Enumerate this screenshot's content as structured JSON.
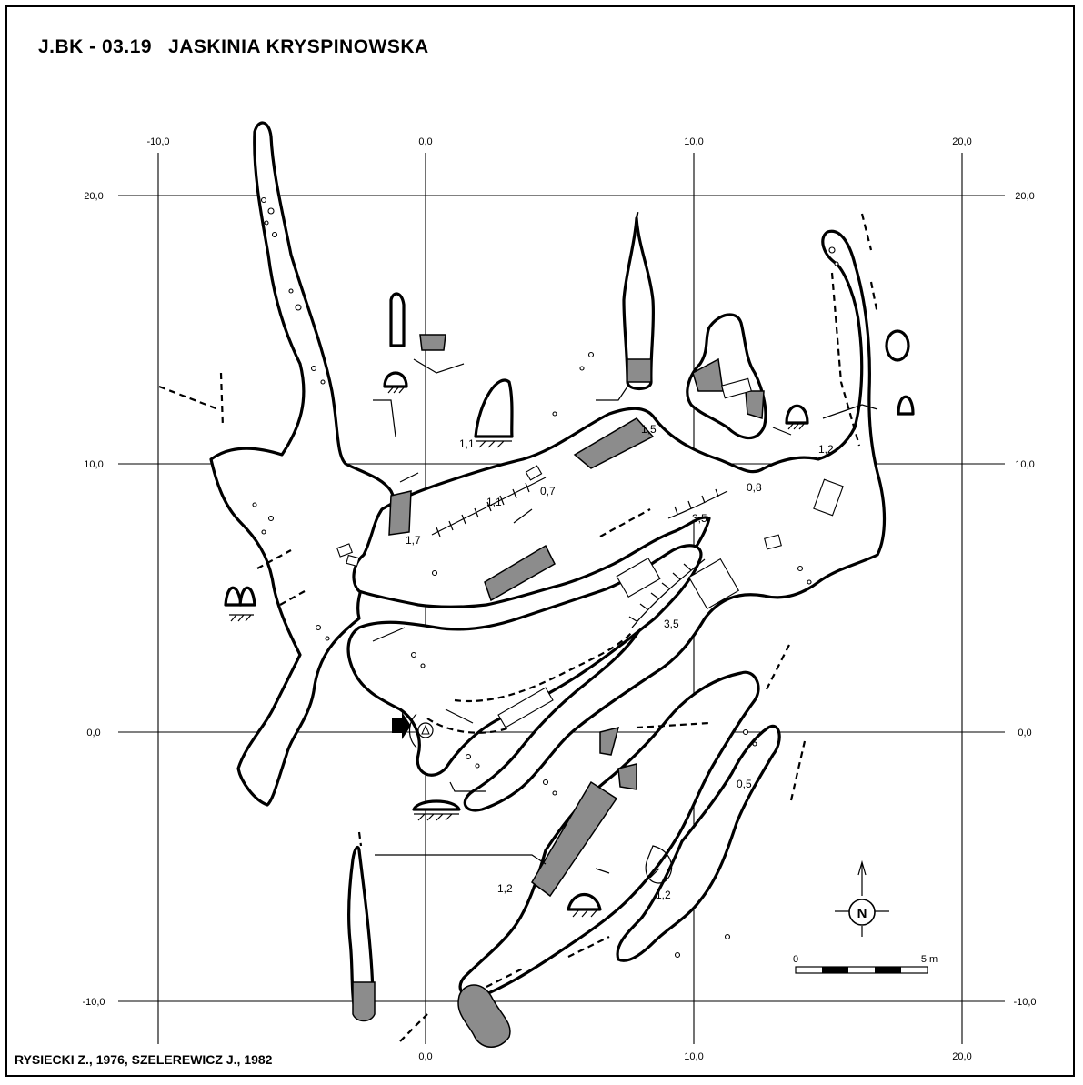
{
  "map": {
    "title_code": "J.BK - 03.19",
    "title_name": "JASKINIA KRYSPINOWSKA",
    "credits": "RYSIECKI Z., 1976, SZELEREWICZ J., 1982"
  },
  "grid": {
    "x_labels": [
      "-10,0",
      "0,0",
      "10,0",
      "20,0"
    ],
    "y_labels": [
      "20,0",
      "10,0",
      "0,0",
      "-10,0"
    ]
  },
  "depth_labels": [
    "1,1",
    "1,1",
    "0,7",
    "1,5",
    "1,2",
    "0,8",
    "1,7",
    "3,5",
    "3,5",
    "0,5",
    "1,2",
    "1,2"
  ],
  "north_arrow": {
    "label": "N"
  },
  "scale_bar": {
    "start_label": "0",
    "end_label": "5 m"
  },
  "colors": {
    "ink": "#000000",
    "fill": "#8c8c8c",
    "paper": "#ffffff"
  }
}
